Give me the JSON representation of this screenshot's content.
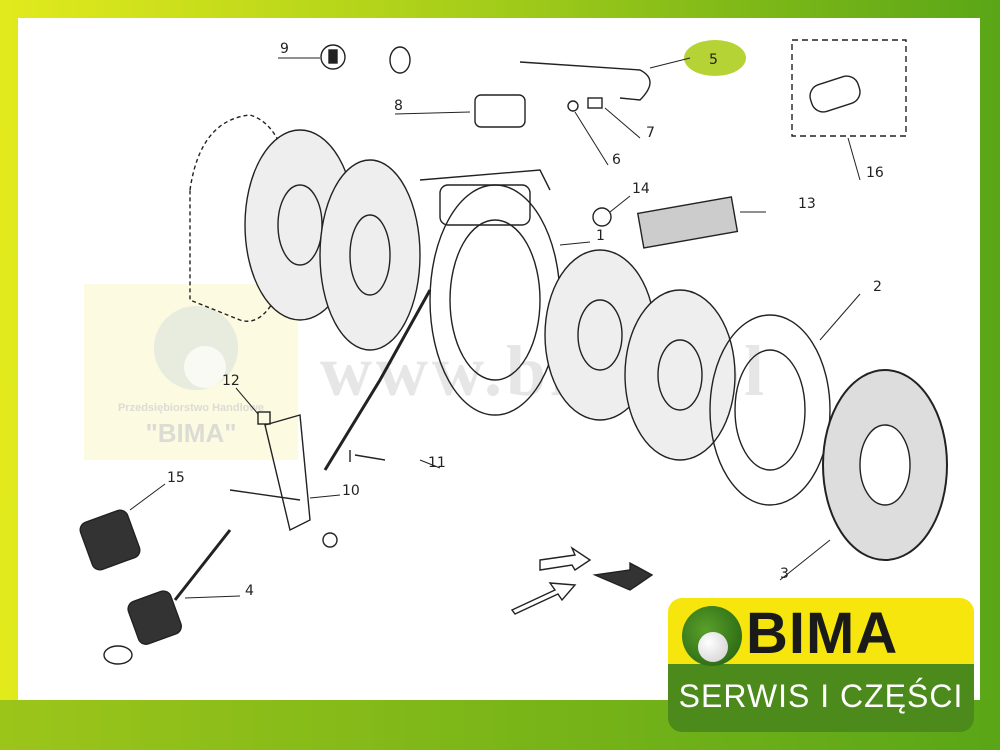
{
  "diagram": {
    "callouts": [
      "1",
      "2",
      "3",
      "4",
      "5",
      "6",
      "7",
      "8",
      "9",
      "10",
      "11",
      "12",
      "13",
      "14",
      "15",
      "16"
    ],
    "highlighted_callout": "5",
    "highlight_color": "#b5d334"
  },
  "watermark": {
    "company_line": "Przedsiębiorstwo Handlowe",
    "company_name": "\"BIMA\"",
    "url": "www.bima.pl"
  },
  "logo": {
    "name": "BIMA",
    "tagline": "SERWIS I CZĘŚCI"
  }
}
